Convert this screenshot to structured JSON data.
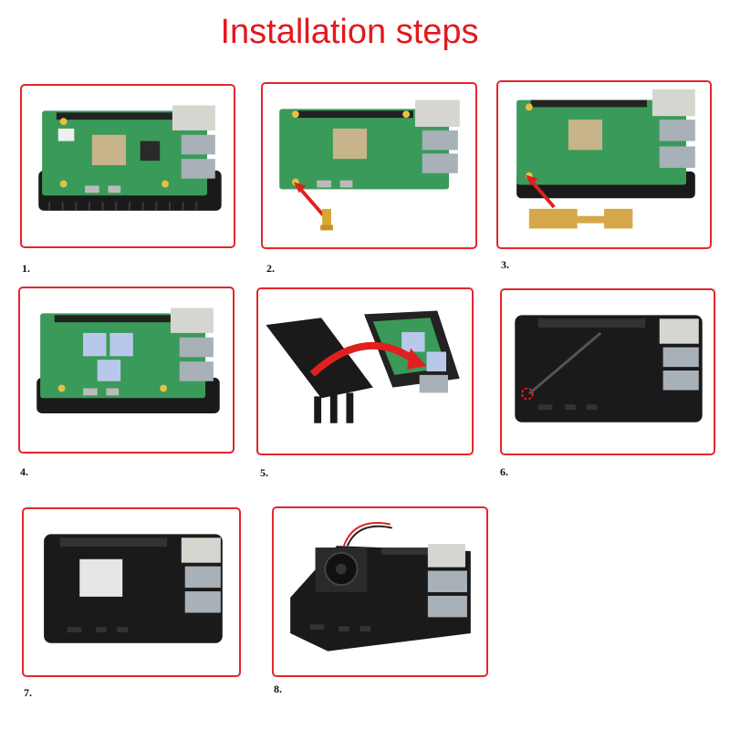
{
  "title": "Installation steps",
  "accent_color": "#e3191e",
  "steps": [
    {
      "label": "1."
    },
    {
      "label": "2."
    },
    {
      "label": "3."
    },
    {
      "label": "4."
    },
    {
      "label": "5."
    },
    {
      "label": "6."
    },
    {
      "label": "7."
    },
    {
      "label": "8."
    }
  ]
}
